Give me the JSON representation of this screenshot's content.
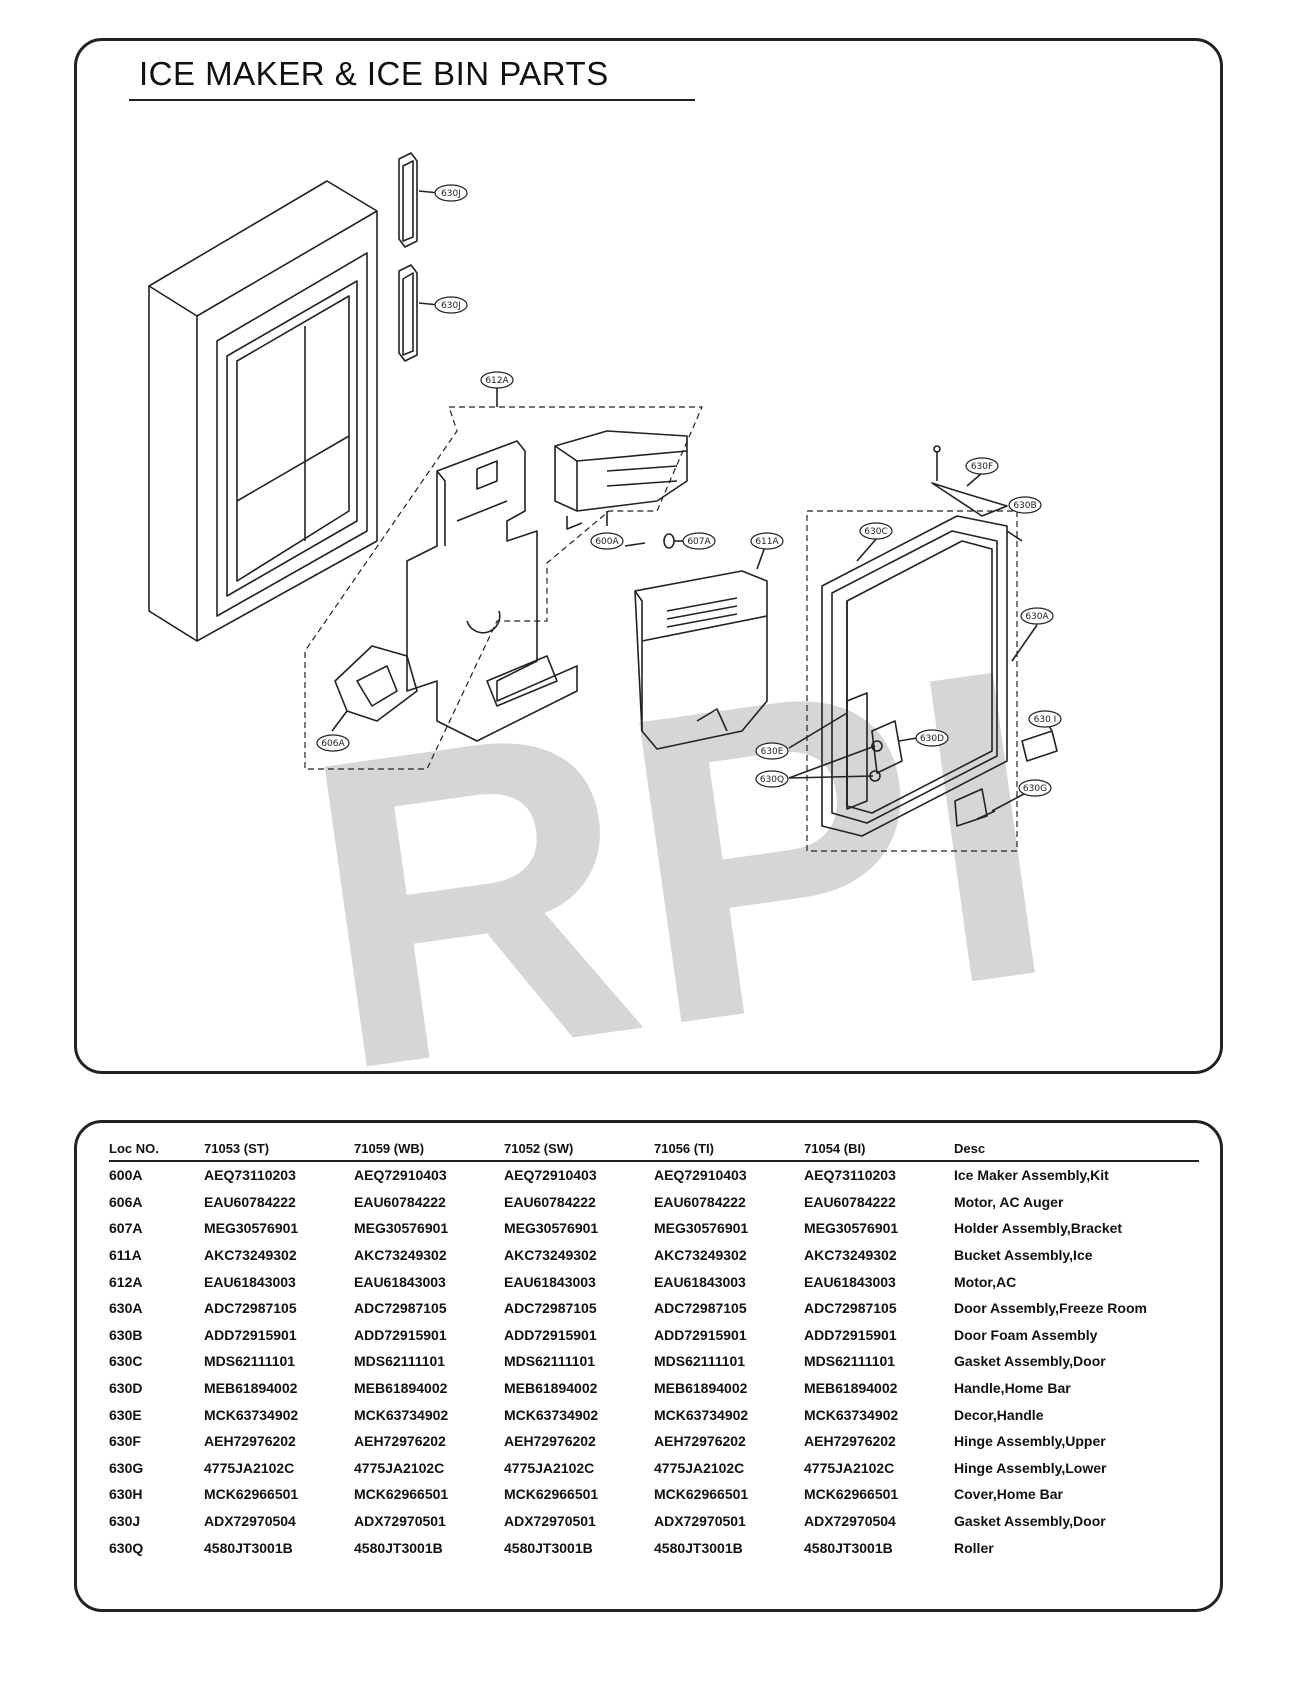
{
  "page_title": "ICE MAKER & ICE BIN PARTS",
  "watermark": "RPI",
  "callouts": {
    "c630J_a": "630J",
    "c630J_b": "630J",
    "c612A": "612A",
    "c600A": "600A",
    "c607A": "607A",
    "c611A": "611A",
    "c606A": "606A",
    "c630F": "630F",
    "c630B": "630B",
    "c630C": "630C",
    "c630A": "630A",
    "c630I": "630 I",
    "c630D": "630D",
    "c630E": "630E",
    "c630Q": "630Q",
    "c630G": "630G"
  },
  "table": {
    "headers": [
      "Loc NO.",
      "71053 (ST)",
      "71059 (WB)",
      "71052 (SW)",
      "71056 (TI)",
      "71054 (BI)",
      "Desc"
    ],
    "rows": [
      [
        "600A",
        "AEQ73110203",
        "AEQ72910403",
        "AEQ72910403",
        "AEQ72910403",
        "AEQ73110203",
        "Ice Maker Assembly,Kit"
      ],
      [
        "606A",
        "EAU60784222",
        "EAU60784222",
        "EAU60784222",
        "EAU60784222",
        "EAU60784222",
        "Motor, AC Auger"
      ],
      [
        "607A",
        "MEG30576901",
        "MEG30576901",
        "MEG30576901",
        "MEG30576901",
        "MEG30576901",
        "Holder Assembly,Bracket"
      ],
      [
        "611A",
        "AKC73249302",
        "AKC73249302",
        "AKC73249302",
        "AKC73249302",
        "AKC73249302",
        "Bucket Assembly,Ice"
      ],
      [
        "612A",
        "EAU61843003",
        "EAU61843003",
        "EAU61843003",
        "EAU61843003",
        "EAU61843003",
        "Motor,AC"
      ],
      [
        "630A",
        "ADC72987105",
        "ADC72987105",
        "ADC72987105",
        "ADC72987105",
        "ADC72987105",
        "Door Assembly,Freeze Room"
      ],
      [
        "630B",
        "ADD72915901",
        "ADD72915901",
        "ADD72915901",
        "ADD72915901",
        "ADD72915901",
        "Door Foam Assembly"
      ],
      [
        "630C",
        "MDS62111101",
        "MDS62111101",
        "MDS62111101",
        "MDS62111101",
        "MDS62111101",
        "Gasket Assembly,Door"
      ],
      [
        "630D",
        "MEB61894002",
        "MEB61894002",
        "MEB61894002",
        "MEB61894002",
        "MEB61894002",
        "Handle,Home Bar"
      ],
      [
        "630E",
        "MCK63734902",
        "MCK63734902",
        "MCK63734902",
        "MCK63734902",
        "MCK63734902",
        "Decor,Handle"
      ],
      [
        "630F",
        "AEH72976202",
        "AEH72976202",
        "AEH72976202",
        "AEH72976202",
        "AEH72976202",
        "Hinge Assembly,Upper"
      ],
      [
        "630G",
        "4775JA2102C",
        "4775JA2102C",
        "4775JA2102C",
        "4775JA2102C",
        "4775JA2102C",
        "Hinge Assembly,Lower"
      ],
      [
        "630H",
        "MCK62966501",
        "MCK62966501",
        "MCK62966501",
        "MCK62966501",
        "MCK62966501",
        "Cover,Home Bar"
      ],
      [
        "630J",
        "ADX72970504",
        "ADX72970501",
        "ADX72970501",
        "ADX72970501",
        "ADX72970504",
        "Gasket Assembly,Door"
      ],
      [
        "630Q",
        "4580JT3001B",
        "4580JT3001B",
        "4580JT3001B",
        "4580JT3001B",
        "4580JT3001B",
        "Roller"
      ]
    ]
  }
}
